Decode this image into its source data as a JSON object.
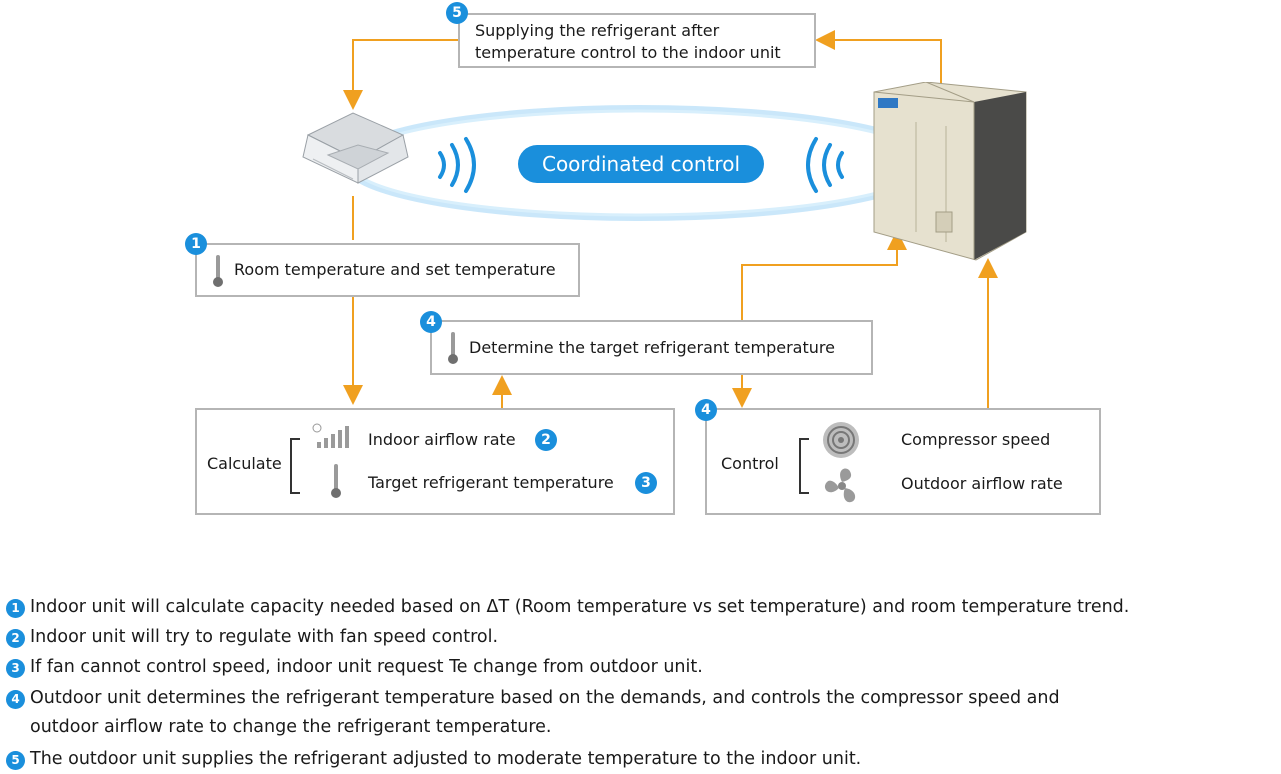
{
  "center_label": "Coordinated control",
  "steps": {
    "s1": {
      "number": "1",
      "text": "Room temperature and set temperature"
    },
    "s4a": {
      "number": "4",
      "text": "Determine the target refrigerant temperature"
    },
    "s5": {
      "number": "5",
      "line1": "Supplying the refrigerant after",
      "line2": "temperature control to the indoor unit"
    },
    "calc": {
      "label": "Calculate",
      "item1": "Indoor airflow rate",
      "item1_num": "2",
      "item2": "Target refrigerant temperature",
      "item2_num": "3"
    },
    "control": {
      "number": "4",
      "label": "Control",
      "item1": "Compressor speed",
      "item2": "Outdoor airflow rate"
    }
  },
  "notes": [
    {
      "num": "1",
      "text": "Indoor unit will calculate capacity needed based on ΔT (Room temperature vs set temperature) and room temperature trend."
    },
    {
      "num": "2",
      "text": "Indoor unit will try to regulate with fan speed control."
    },
    {
      "num": "3",
      "text": "If fan cannot control speed, indoor unit request Te change from outdoor unit."
    },
    {
      "num": "4",
      "text": "Outdoor unit determines the refrigerant temperature based on the demands, and controls the compressor speed and",
      "text2": "outdoor airflow rate to change the refrigerant temperature."
    },
    {
      "num": "5",
      "text": "The outdoor unit supplies the refrigerant adjusted to moderate temperature to the indoor unit."
    }
  ],
  "colors": {
    "accent": "#1a8fdc",
    "arrow": "#f0a020",
    "box_border": "#b5b5b5"
  },
  "icons": [
    "indoor-cassette-unit-icon",
    "outdoor-unit-icon",
    "thermometer-icon",
    "fan-signal-icon",
    "compressor-icon",
    "fan-icon",
    "signal-waves-icon"
  ]
}
